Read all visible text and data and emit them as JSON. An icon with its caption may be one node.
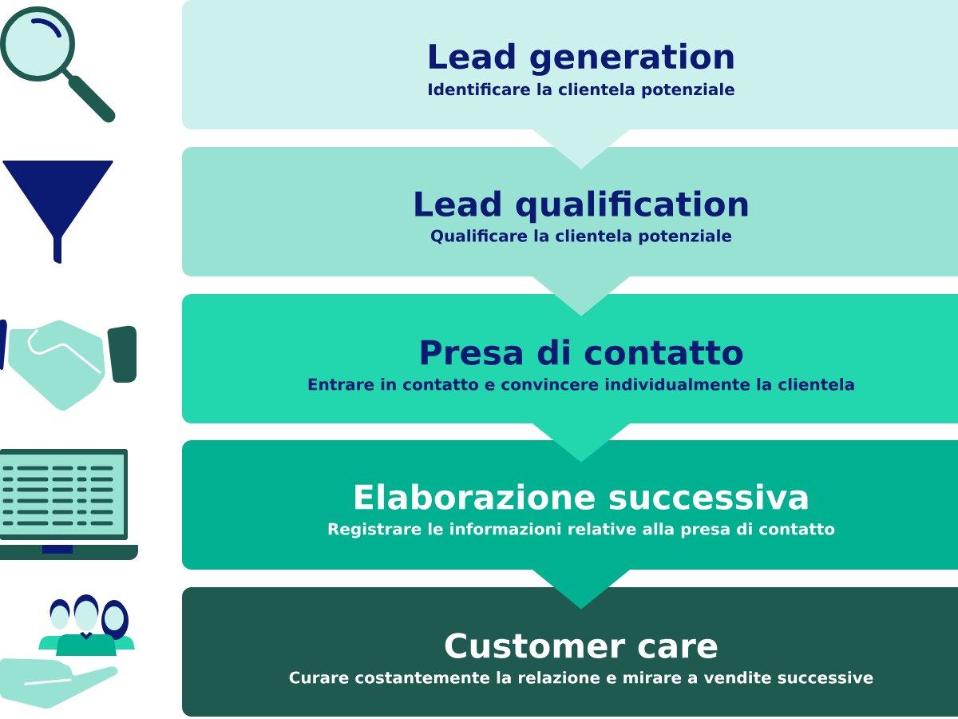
{
  "diagram": {
    "nodes": [
      {
        "text": [
          "Lead generation",
          "Identificare la clientela potenziale"
        ]
      },
      {
        "text": [
          "Lead qualification",
          "Qualificare la clientela potenziale"
        ]
      },
      {
        "text": [
          "Presa di contatto",
          "Entrare in contatto e convincere individualmente la clientela"
        ]
      },
      {
        "text": [
          "Elaborazione successiva",
          "Registrare le informazioni relative alla presa di contatto"
        ]
      },
      {
        "text": [
          "Customer care",
          "Curare costantemente la relazione e mirare a vendite successive"
        ]
      }
    ],
    "edges": [
      {
        "from": 0,
        "to": 1,
        "arrow": "to"
      },
      {
        "from": 1,
        "to": 2,
        "arrow": "to"
      },
      {
        "from": 2,
        "to": 3,
        "arrow": "to"
      },
      {
        "from": 3,
        "to": 4,
        "arrow": "to"
      }
    ]
  }
}
